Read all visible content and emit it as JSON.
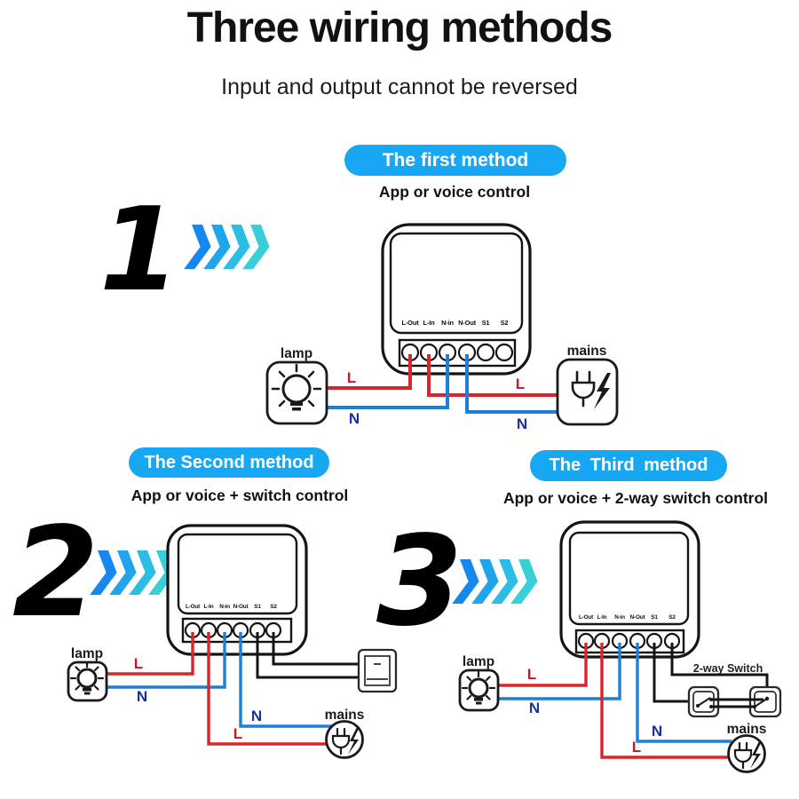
{
  "page": {
    "title": "Three wiring methods",
    "subtitle": "Input and output cannot be reversed"
  },
  "device": {
    "terminal_labels": [
      "L-Out",
      "L-In",
      "N-in",
      "N-Out",
      "S1",
      "S2"
    ]
  },
  "methods": [
    {
      "number": "1",
      "pill": "The first method",
      "caption": "App or voice control",
      "lamp_label": "lamp",
      "mains_label": "mains",
      "wire_labels": {
        "lamp_live": "L",
        "lamp_neutral": "N",
        "mains_live": "L",
        "mains_neutral": "N"
      }
    },
    {
      "number": "2",
      "pill": "The Second method",
      "caption": "App or voice + switch control",
      "lamp_label": "lamp",
      "mains_label": "mains",
      "wire_labels": {
        "lamp_live": "L",
        "lamp_neutral": "N",
        "mains_live": "L",
        "mains_neutral": "N"
      }
    },
    {
      "number": "3",
      "pill": "The Third method",
      "caption": "App or voice + 2-way switch control",
      "lamp_label": "lamp",
      "mains_label": "mains",
      "switch_label": "2-way Switch",
      "wire_labels": {
        "lamp_live": "L",
        "lamp_neutral": "N",
        "mains_live": "L",
        "mains_neutral": "N"
      }
    }
  ],
  "colors": {
    "accent_blue": "#18a7f3",
    "wire_red": "#d9252c",
    "wire_blue": "#1f7fd8",
    "wire_black": "#141414",
    "label_live_red": "#bf1a2e",
    "label_neutral_blue": "#1c2f9e",
    "chevron_gradient": [
      "#1787f0",
      "#20a4ec",
      "#2cbde4",
      "#38cfd8"
    ]
  }
}
